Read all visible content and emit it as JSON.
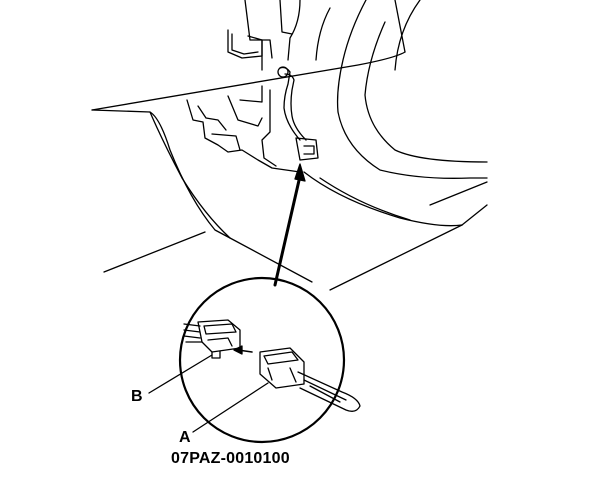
{
  "labels": {
    "a": "A",
    "b": "B"
  },
  "figure_code": "07PAZ-0010100",
  "parts": {
    "a": "sensor-connector",
    "b": "harness-connector"
  },
  "colors": {
    "line": "#000000",
    "background": "#ffffff"
  }
}
